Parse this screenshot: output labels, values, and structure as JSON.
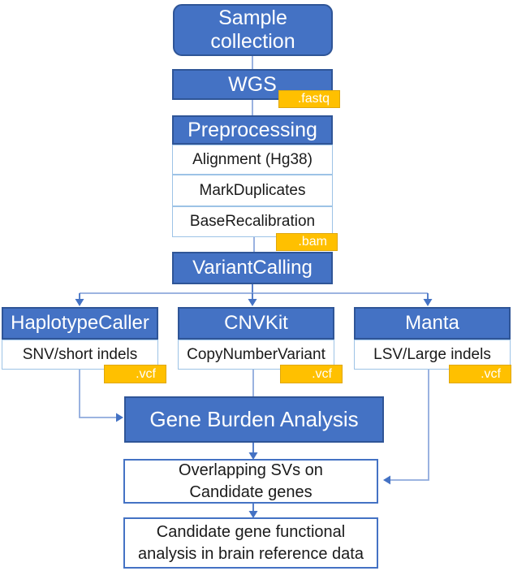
{
  "nodes": {
    "sample_collection": {
      "label": "Sample collection"
    },
    "wgs": {
      "label": "WGS",
      "tag": ".fastq"
    },
    "preprocessing": {
      "label": "Preprocessing",
      "steps": [
        "Alignment (Hg38)",
        "MarkDuplicates",
        "BaseRecalibration"
      ],
      "tag": ".bam"
    },
    "variant_calling": {
      "label": "VariantCalling"
    },
    "haplotype_caller": {
      "label": "HaplotypeCaller",
      "output": "SNV/short indels",
      "tag": ".vcf"
    },
    "cnvkit": {
      "label": "CNVKit",
      "output": "CopyNumberVariant",
      "tag": ".vcf"
    },
    "manta": {
      "label": "Manta",
      "output": "LSV/Large indels",
      "tag": ".vcf"
    },
    "gene_burden": {
      "label": "Gene Burden Analysis"
    },
    "overlapping_svs": {
      "label": "Overlapping SVs on Candidate genes"
    },
    "candidate_gene": {
      "label": "Candidate gene functional analysis in brain reference data"
    }
  },
  "colors": {
    "node_fill": "#4472C4",
    "node_border": "#2F5597",
    "step_border": "#9DC3E6",
    "final_border": "#4472C4",
    "tag_fill": "#FFC000",
    "tag_border": "#DFA70B",
    "connector_line": "#8FAADC",
    "arrow_line": "#4472C4",
    "text_on_blue": "#ffffff",
    "text_on_white": "#1a1a1a"
  }
}
